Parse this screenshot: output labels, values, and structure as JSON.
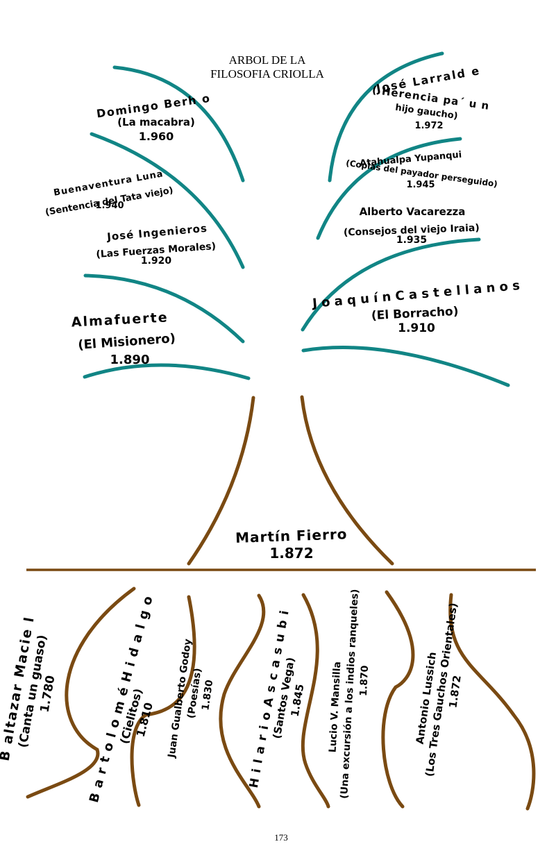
{
  "title": {
    "line1": "ARBOL DE LA",
    "line2": "FILOSOFIA CRIOLLA"
  },
  "page_number": "173",
  "colors": {
    "branch": "#118585",
    "root": "#7a4a12",
    "text": "#000000"
  },
  "trunk": {
    "name": "Martín Fierro",
    "year": "1.872"
  },
  "branches_left": [
    {
      "name": "Domingo Berh o",
      "work": "(La macabra)",
      "year": "1.960"
    },
    {
      "name": "Buenaventura Luna",
      "work": "(Sentencia del Tata viejo)",
      "year": "1.940"
    },
    {
      "name": "José Ingenieros",
      "work": "(Las Fuerzas Morales)",
      "year": "1.920"
    },
    {
      "name": "Almafuerte",
      "work": "(El Misionero)",
      "year": "1.890"
    }
  ],
  "branches_right": [
    {
      "name": "José Larrald e",
      "work": "( Herencia pa´ u n",
      "work2": "hijo gaucho)",
      "year": "1.972"
    },
    {
      "name": "Atahualpa Yupanqui",
      "work": "(Coplas del payador perseguido)",
      "year": "1.945"
    },
    {
      "name": "Alberto Vacarezza",
      "work": "(Consejos del viejo Iraia)",
      "year": "1.935"
    },
    {
      "name": "J o a q u í n  C a s t e l l a n o s",
      "work": "(El Borracho)",
      "year": "1.910"
    }
  ],
  "roots": [
    {
      "name": "B altazar Macie l",
      "work": "(Canta un guaso)",
      "year": "1.780"
    },
    {
      "name": "B a r t o l o m é  H i d a l g o",
      "work": "(Cielitos)",
      "year": "1.810"
    },
    {
      "name": "Juan Gualberto Godoy",
      "work": "(Poesías)",
      "year": "1.830"
    },
    {
      "name": "H i l a r i o  A s c a s u b i",
      "work": "(Santos Vega)",
      "year": "1.845"
    },
    {
      "name": "Lucio V. Mansilla",
      "work": "(Una excursión a los indios ranqueles)",
      "year": "1.870"
    },
    {
      "name": "Antonio Lussich",
      "work": "(Los Tres Gauchos Orientales)",
      "year": "1.872"
    }
  ]
}
